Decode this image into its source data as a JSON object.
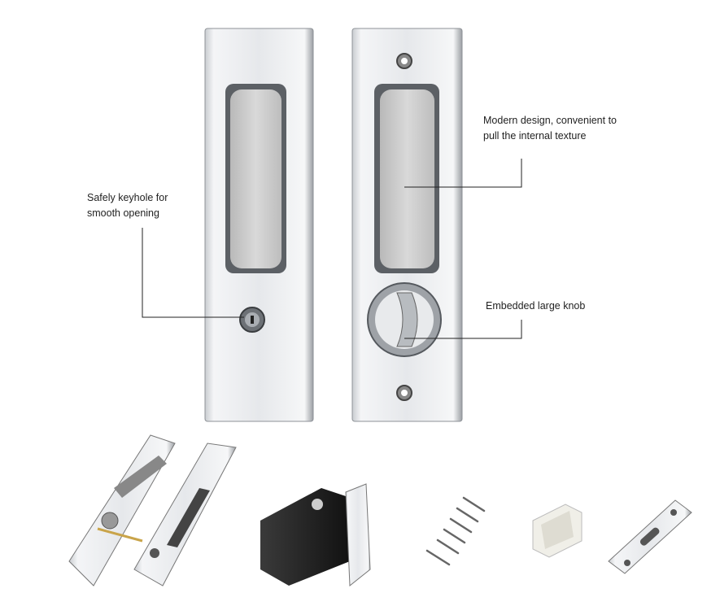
{
  "annotations": {
    "keyhole": {
      "line1": "Safely keyhole for",
      "line2": "smooth opening"
    },
    "texture": {
      "line1": "Modern design, convenient to",
      "line2": "pull the internal texture"
    },
    "knob": {
      "line1": "Embedded large knob"
    }
  }
}
